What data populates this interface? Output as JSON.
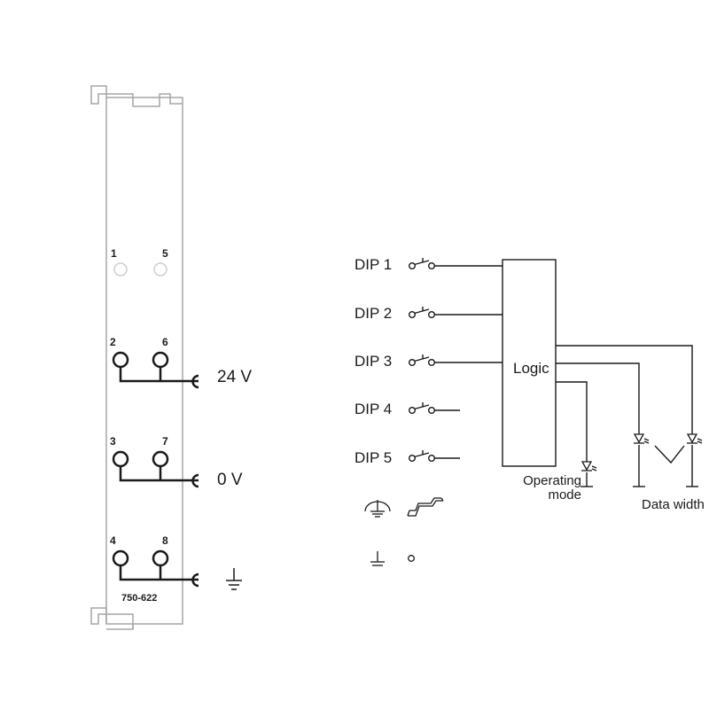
{
  "module": {
    "model": "750-622",
    "pins": {
      "p1": "1",
      "p5": "5",
      "p2": "2",
      "p6": "6",
      "p3": "3",
      "p7": "7",
      "p4": "4",
      "p8": "8"
    },
    "supply_top": "24 V",
    "supply_mid": "0 V"
  },
  "dips": [
    "DIP 1",
    "DIP 2",
    "DIP 3",
    "DIP 4",
    "DIP 5"
  ],
  "logic_label": "Logic",
  "operating_mode_lines": [
    "Operating",
    "mode"
  ],
  "data_width_label": "Data width",
  "icons": [
    "ground-icon",
    "protective-earth-icon",
    "din-rail-icon",
    "led-icon",
    "switch-icon"
  ],
  "colors": {
    "line": "#1a1a1a",
    "housing": "#a6a6a6",
    "led_off": "#cfcfcf"
  }
}
